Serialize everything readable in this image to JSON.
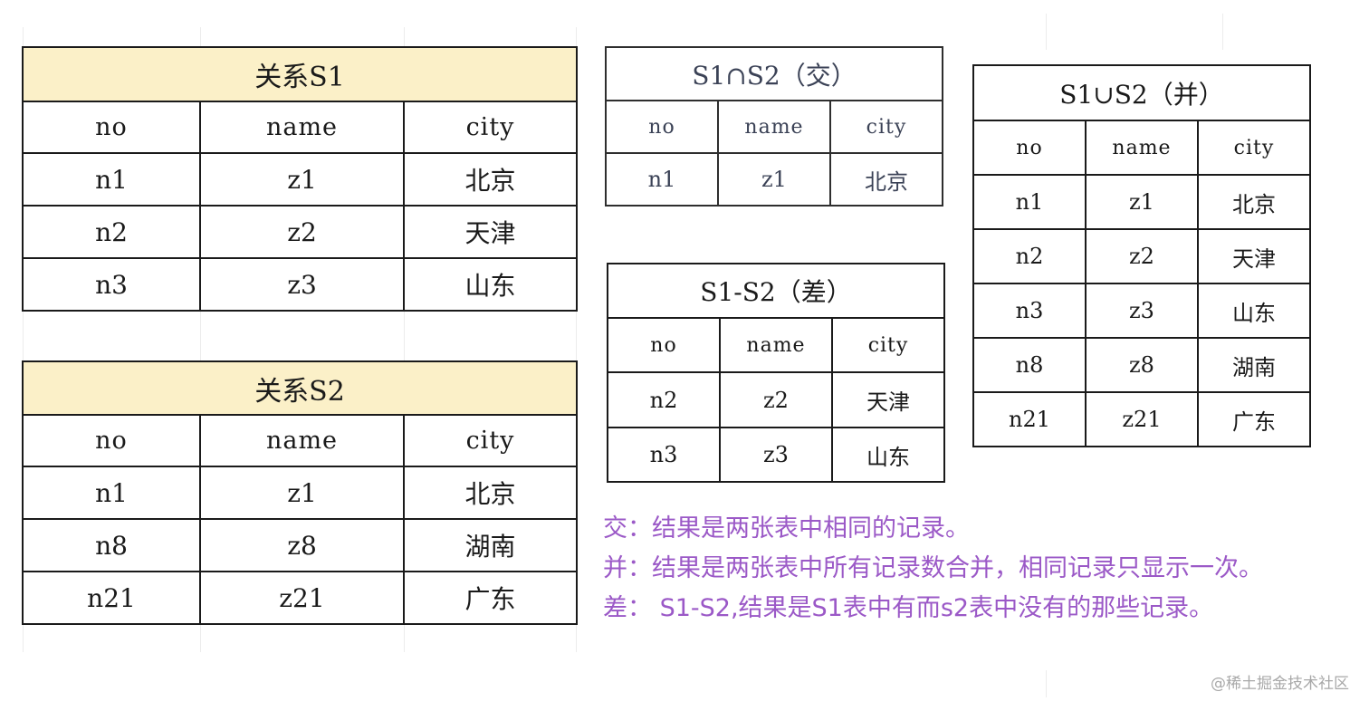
{
  "s1": {
    "title": "关系S1",
    "headers": [
      "no",
      "name",
      "city"
    ],
    "rows": [
      [
        "n1",
        "z1",
        "北京"
      ],
      [
        "n2",
        "z2",
        "天津"
      ],
      [
        "n3",
        "z3",
        "山东"
      ]
    ]
  },
  "s2": {
    "title": "关系S2",
    "headers": [
      "no",
      "name",
      "city"
    ],
    "rows": [
      [
        "n1",
        "z1",
        "北京"
      ],
      [
        "n8",
        "z8",
        "湖南"
      ],
      [
        "n21",
        "z21",
        "广东"
      ]
    ]
  },
  "intersection": {
    "title": "S1∩S2（交）",
    "headers": [
      "no",
      "name",
      "city"
    ],
    "rows": [
      [
        "n1",
        "z1",
        "北京"
      ]
    ]
  },
  "difference": {
    "title": "S1-S2（差）",
    "headers": [
      "no",
      "name",
      "city"
    ],
    "rows": [
      [
        "n2",
        "z2",
        "天津"
      ],
      [
        "n3",
        "z3",
        "山东"
      ]
    ]
  },
  "union": {
    "title": "S1∪S2（并）",
    "headers": [
      "no",
      "name",
      "city"
    ],
    "rows": [
      [
        "n1",
        "z1",
        "北京"
      ],
      [
        "n2",
        "z2",
        "天津"
      ],
      [
        "n3",
        "z3",
        "山东"
      ],
      [
        "n8",
        "z8",
        "湖南"
      ],
      [
        "n21",
        "z21",
        "广东"
      ]
    ]
  },
  "notes": [
    "交：结果是两张表中相同的记录。",
    "并：结果是两张表中所有记录数合并，相同记录只显示一次。",
    "差：  S1-S2,结果是S1表中有而s2表中没有的那些记录。"
  ],
  "watermark": "@稀土掘金技术社区",
  "colors": {
    "title_fill": "#fbf0c8",
    "note_text": "#9b59c7",
    "border": "#1a1a1a"
  }
}
